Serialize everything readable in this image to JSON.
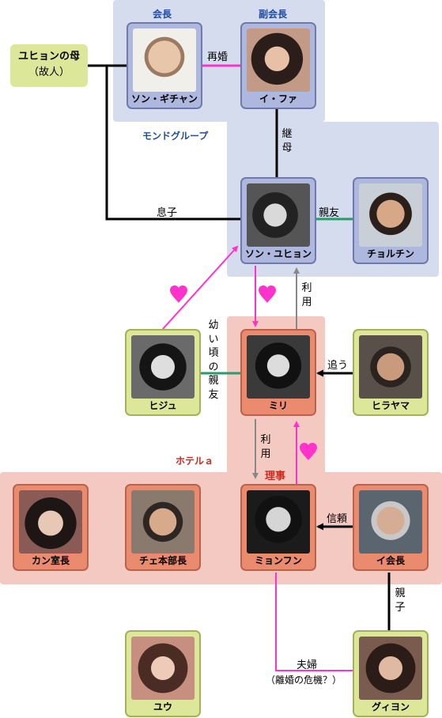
{
  "groups": {
    "mond": "モンドグループ",
    "hotel": "ホテルａ"
  },
  "titles": {
    "chairman": "会長",
    "vice_chairman": "副会長",
    "director": "理事"
  },
  "mother": {
    "line1": "ユヒョンの母",
    "line2": "（故人）"
  },
  "people": {
    "son_gichan": "ソン・ギチャン",
    "i_fa": "イ・ファ",
    "son_yuhyon": "ソン・ユヒョン",
    "chorchin": "チョルチン",
    "hiju": "ヒジュ",
    "miri": "ミリ",
    "hirayama": "ヒラヤマ",
    "kan": "カン室長",
    "che": "チェ本部長",
    "myonfun": "ミョンフン",
    "i_kaicho": "イ会長",
    "yuu": "ユウ",
    "gyon": "グィヨン"
  },
  "relations": {
    "remarriage": "再婚",
    "stepmother": "継母",
    "son": "息子",
    "best_friend": "親友",
    "use1": "利用",
    "childhood_friend": "幼い頃の親友",
    "chase": "追う",
    "use2": "利用",
    "trust": "信頼",
    "parent_child": "親子",
    "couple": "夫婦",
    "divorce_crisis": "（離婚の危機？）"
  },
  "colors": {
    "blue_region": "#d4dcee",
    "red_region": "#f3c9c1",
    "mond_label": "#1f4e9c",
    "hotel_label": "#d0281e",
    "love": "#ff33cc",
    "friend_line": "#2a9a6a"
  }
}
